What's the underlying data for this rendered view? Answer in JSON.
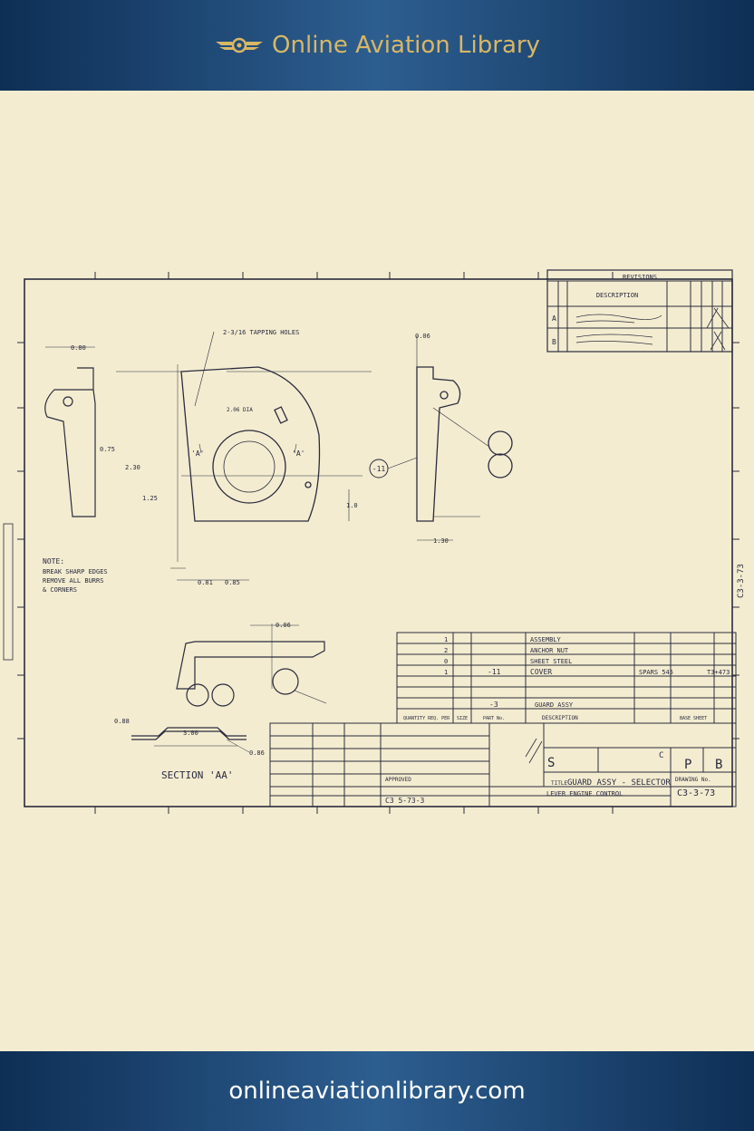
{
  "header": {
    "site_title": "Online Aviation Library",
    "logo_icon": "wings-logo-icon"
  },
  "footer": {
    "url": "onlineaviationlibrary.com"
  },
  "colors": {
    "banner": "#1c4a7a",
    "gold": "#d8b765",
    "paper": "#f3ecd0",
    "ink": "#2b2b3e"
  },
  "drawing": {
    "revisions": {
      "title": "REVISIONS",
      "description_header": "DESCRIPTION",
      "row_a_letter": "A",
      "row_b_letter": "B"
    },
    "dimensions": {
      "d1": "0.80",
      "d2": "2-3/16 TAPPING HOLES",
      "d3": "0.06",
      "d4": "0.75",
      "d5": "2.30",
      "d6": "1.25",
      "d7": "1.0",
      "d8": "1.30",
      "d9": "0.81",
      "d10": "0.85",
      "d11": "0.06",
      "d12": "3.00",
      "d13": "0.88",
      "d14": "0.86",
      "d15": "2.06 DIA"
    },
    "callouts": {
      "a_left": "'A'",
      "a_right": "'A'",
      "balloon": "-11"
    },
    "notes": {
      "title": "NOTE:",
      "line1": "BREAK SHARP EDGES",
      "line2": "REMOVE ALL BURRS",
      "line3": "& CORNERS"
    },
    "section_label": "SECTION 'AA'",
    "parts_list": {
      "rows": [
        {
          "qty": "1",
          "part": "",
          "desc": "ASSEMBLY"
        },
        {
          "qty": "2",
          "part": "",
          "desc": "ANCHOR NUT"
        },
        {
          "qty": "0",
          "part": "",
          "desc": "SHEET STEEL"
        },
        {
          "qty": "1",
          "part": "-11",
          "desc": "COVER",
          "material": "SPARS 545",
          "spec": "T3+473"
        }
      ],
      "assembly_row": {
        "part": "-3",
        "desc": "GUARD ASSY"
      },
      "headers": {
        "qty": "QUANTITY REQ. PER",
        "size": "SIZE",
        "part": "PART No.",
        "desc": "DESCRIPTION",
        "stock": "BASE SHEET"
      }
    },
    "title_block": {
      "title_label": "TITLE",
      "title": "GUARD ASSY - SELECTOR",
      "subtitle": "LEVER ENGINE CONTROL",
      "scale": "S",
      "size": "P",
      "rev": "B",
      "class": "C",
      "drawing_no_label": "DRAWING No.",
      "drawing_no": "C3-3-73",
      "side_no": "C3-3-73",
      "part_ref": "C3 5-73-3",
      "approved": "APPROVED"
    }
  }
}
